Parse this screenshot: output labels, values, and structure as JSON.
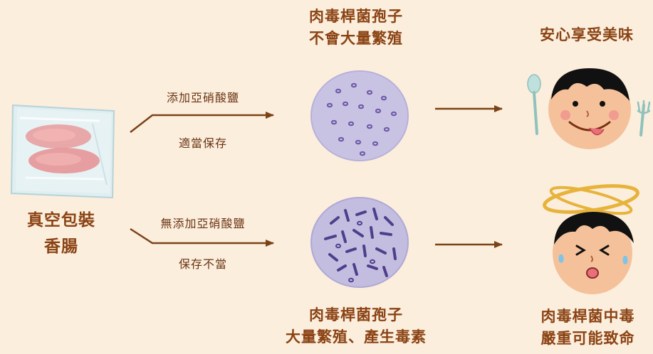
{
  "product": {
    "line1": "真空包裝",
    "line2": "香腸"
  },
  "top_path": {
    "label_above": "添加亞硝酸鹽",
    "label_below": "適當保存",
    "result_line1": "肉毒桿菌孢子",
    "result_line2": "不會大量繁殖",
    "outcome": "安心享受美味"
  },
  "bottom_path": {
    "label_above": "無添加亞硝酸鹽",
    "label_below": "保存不當",
    "result_line1": "肉毒桿菌孢子",
    "result_line2": "大量繁殖、產生毒素",
    "outcome_line1": "肉毒桿菌中毒",
    "outcome_line2": "嚴重可能致命"
  },
  "colors": {
    "background": "#fbeedd",
    "arrow": "#7a4318",
    "title_text": "#8b4314",
    "petri_top": "#c9c3e3",
    "petri_bottom": "#c3bde0",
    "halo": "#e7b33b"
  }
}
